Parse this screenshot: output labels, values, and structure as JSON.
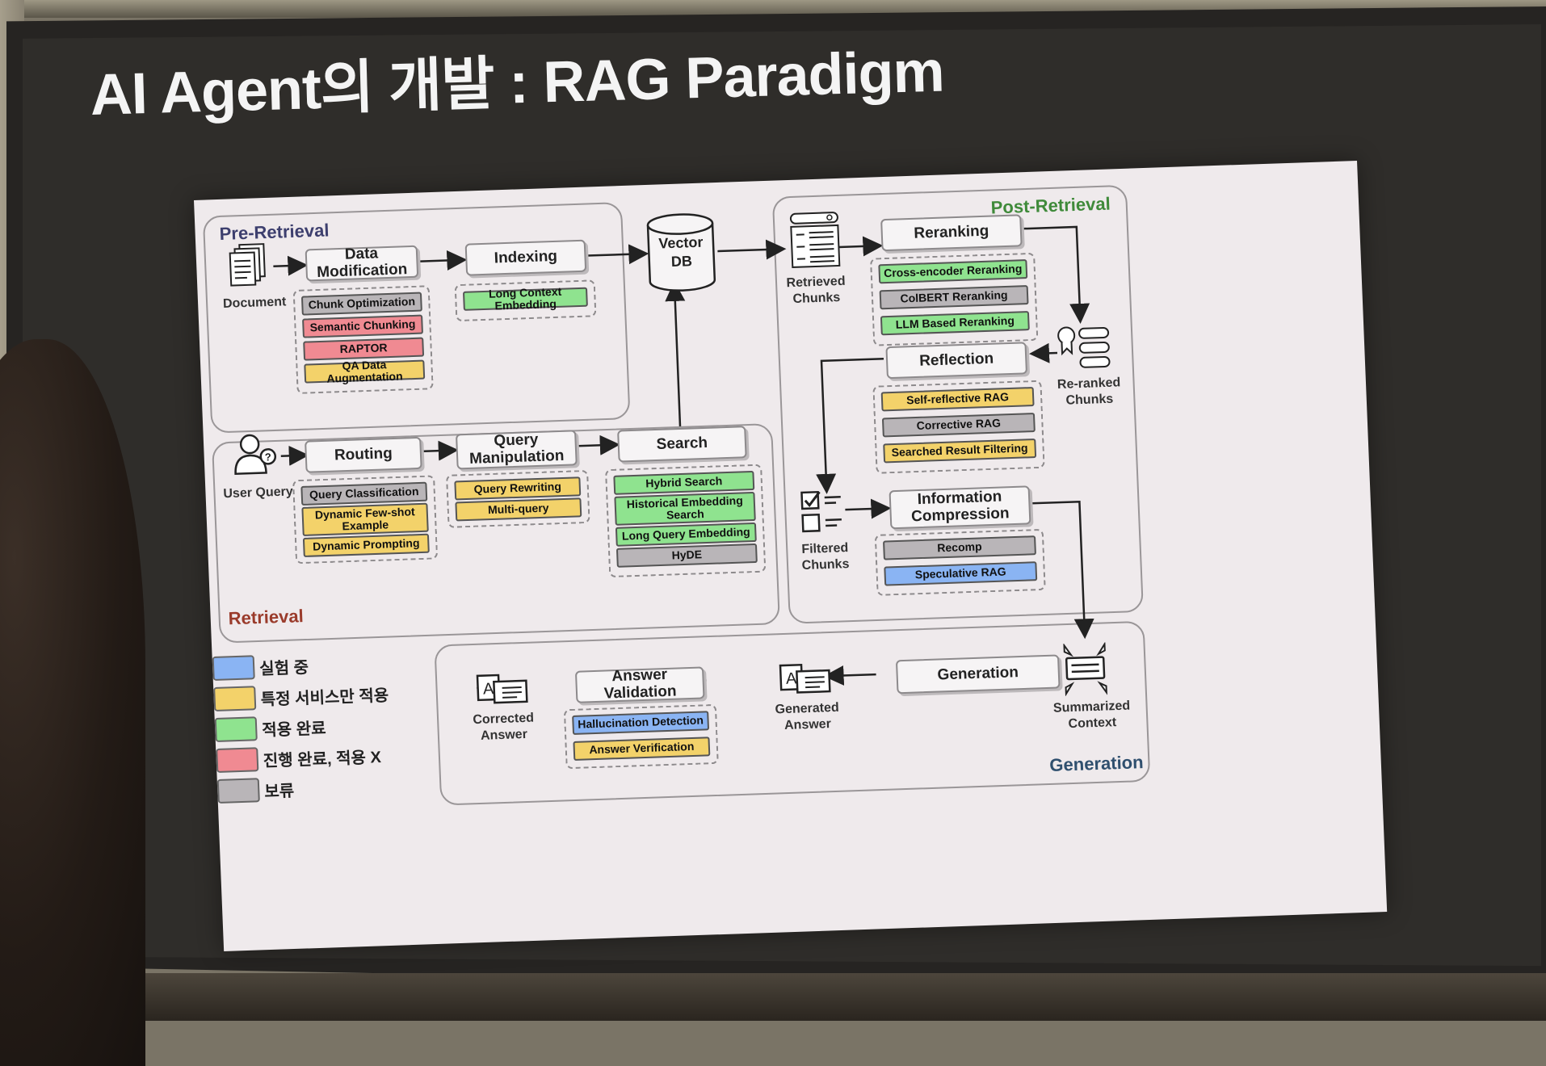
{
  "title": "AI Agent의 개발 : RAG Paradigm",
  "colors": {
    "green": "#8fe38f",
    "gray": "#b9b5b8",
    "red": "#f08a92",
    "yellow": "#f3d26a",
    "blue": "#8ab4f3",
    "pre_retrieval": "#3d3f6e",
    "retrieval": "#9a3b2b",
    "post_retrieval": "#3f8a3a",
    "generation": "#2f4f6e"
  },
  "sections": {
    "pre_retrieval": "Pre-Retrieval",
    "retrieval": "Retrieval",
    "post_retrieval": "Post-Retrieval",
    "generation": "Generation"
  },
  "nodes": {
    "document": "Document",
    "vector_db": "Vector\nDB",
    "user_query": "User Query",
    "retrieved_chunks": "Retrieved\nChunks",
    "reranked_chunks": "Re-ranked\nChunks",
    "filtered_chunks": "Filtered\nChunks",
    "summarized_context": "Summarized\nContext",
    "generated_answer": "Generated\nAnswer",
    "corrected_answer": "Corrected\nAnswer"
  },
  "steps": {
    "data_modification": "Data Modification",
    "indexing": "Indexing",
    "routing": "Routing",
    "query_manipulation": "Query\nManipulation",
    "search": "Search",
    "reranking": "Reranking",
    "reflection": "Reflection",
    "information_compression": "Information\nCompression",
    "generation": "Generation",
    "answer_validation": "Answer Validation"
  },
  "techniques": {
    "data_modification": [
      {
        "label": "Chunk Optimization",
        "status": "gray"
      },
      {
        "label": "Semantic Chunking",
        "status": "red"
      },
      {
        "label": "RAPTOR",
        "status": "red"
      },
      {
        "label": "QA Data Augmentation",
        "status": "yellow"
      }
    ],
    "indexing": [
      {
        "label": "Long Context Embedding",
        "status": "green"
      }
    ],
    "routing": [
      {
        "label": "Query Classification",
        "status": "gray"
      },
      {
        "label": "Dynamic Few-shot\nExample",
        "status": "yellow"
      },
      {
        "label": "Dynamic Prompting",
        "status": "yellow"
      }
    ],
    "query_manipulation": [
      {
        "label": "Query Rewriting",
        "status": "yellow"
      },
      {
        "label": "Multi-query",
        "status": "yellow"
      }
    ],
    "search": [
      {
        "label": "Hybrid Search",
        "status": "green"
      },
      {
        "label": "Historical Embedding\nSearch",
        "status": "green"
      },
      {
        "label": "Long Query Embedding",
        "status": "green"
      },
      {
        "label": "HyDE",
        "status": "gray"
      }
    ],
    "reranking": [
      {
        "label": "Cross-encoder Reranking",
        "status": "green"
      },
      {
        "label": "ColBERT Reranking",
        "status": "gray"
      },
      {
        "label": "LLM Based Reranking",
        "status": "green"
      }
    ],
    "reflection": [
      {
        "label": "Self-reflective RAG",
        "status": "yellow"
      },
      {
        "label": "Corrective RAG",
        "status": "gray"
      },
      {
        "label": "Searched Result Filtering",
        "status": "yellow"
      }
    ],
    "information_compression": [
      {
        "label": "Recomp",
        "status": "gray"
      },
      {
        "label": "Speculative RAG",
        "status": "blue"
      }
    ],
    "answer_validation": [
      {
        "label": "Hallucination Detection",
        "status": "blue"
      },
      {
        "label": "Answer Verification",
        "status": "yellow"
      }
    ]
  },
  "legend": [
    {
      "label": "실험 중",
      "status": "blue"
    },
    {
      "label": "특정 서비스만 적용",
      "status": "yellow"
    },
    {
      "label": "적용 완료",
      "status": "green"
    },
    {
      "label": "진행 완료, 적용 X",
      "status": "red"
    },
    {
      "label": "보류",
      "status": "gray"
    }
  ]
}
